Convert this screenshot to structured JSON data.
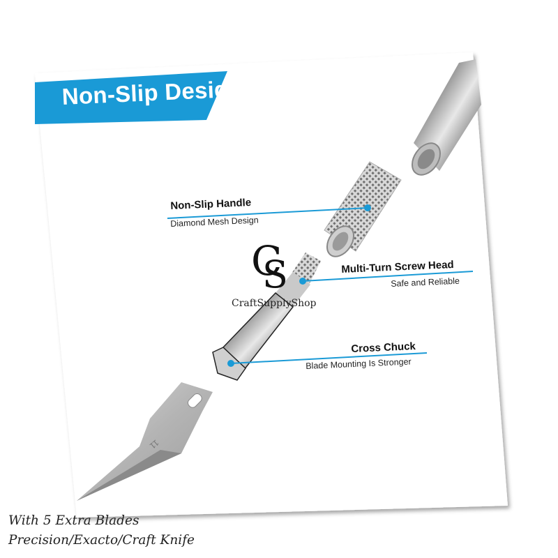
{
  "banner": {
    "title": "Non-Slip Design",
    "color": "#1a9ad6"
  },
  "callouts": [
    {
      "title": "Non-Slip Handle",
      "subtitle": "Diamond Mesh Design"
    },
    {
      "title": "Multi-Turn Screw Head",
      "subtitle": "Safe and Reliable"
    },
    {
      "title": "Cross Chuck",
      "subtitle": "Blade Mounting Is Stronger"
    }
  ],
  "accent_color": "#1a9ad6",
  "logo": {
    "initials_c": "C",
    "initials_s": "S",
    "name": "CraftSupplyShop"
  },
  "blade": {
    "engraving": "11"
  },
  "caption": {
    "line1": "With 5 Extra Blades",
    "line2": "Precision/Exacto/Craft Knife"
  }
}
